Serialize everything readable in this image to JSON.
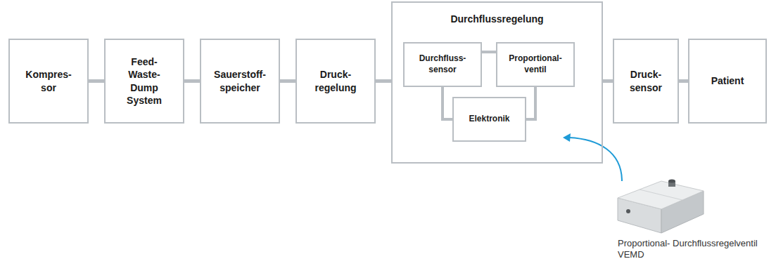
{
  "diagram": {
    "nodes": [
      {
        "text": [
          "Kompres- sor"
        ]
      },
      {
        "text": [
          "Feed- Waste- Dump System"
        ]
      },
      {
        "text": [
          "Sauerstoff- speicher"
        ]
      },
      {
        "text": [
          "Druck- regelung"
        ]
      },
      {
        "text": [
          "Durchflussregelung"
        ]
      },
      {
        "text": [
          "Durchfluss- sensor"
        ],
        "in": 4
      },
      {
        "text": [
          "Proportional- ventil"
        ],
        "in": 4
      },
      {
        "text": [
          "Elektronik"
        ],
        "in": 4
      },
      {
        "text": [
          "Druck- sensor"
        ]
      },
      {
        "text": [
          "Patient"
        ]
      }
    ],
    "edges": [
      {
        "from": 0,
        "to": 1,
        "arrow": "none"
      },
      {
        "from": 1,
        "to": 2,
        "arrow": "none"
      },
      {
        "from": 2,
        "to": 3,
        "arrow": "none"
      },
      {
        "from": 3,
        "to": 4,
        "arrow": "none"
      },
      {
        "from": 4,
        "to": 8,
        "arrow": "none"
      },
      {
        "from": 8,
        "to": 9,
        "arrow": "none"
      },
      {
        "from": 5,
        "to": 6,
        "arrow": "none"
      },
      {
        "from": 5,
        "to": 7,
        "arrow": "none"
      },
      {
        "from": 6,
        "to": 7,
        "arrow": "none"
      }
    ],
    "labels": [
      "Proportional- Durchflussregelventil VEMD"
    ]
  }
}
